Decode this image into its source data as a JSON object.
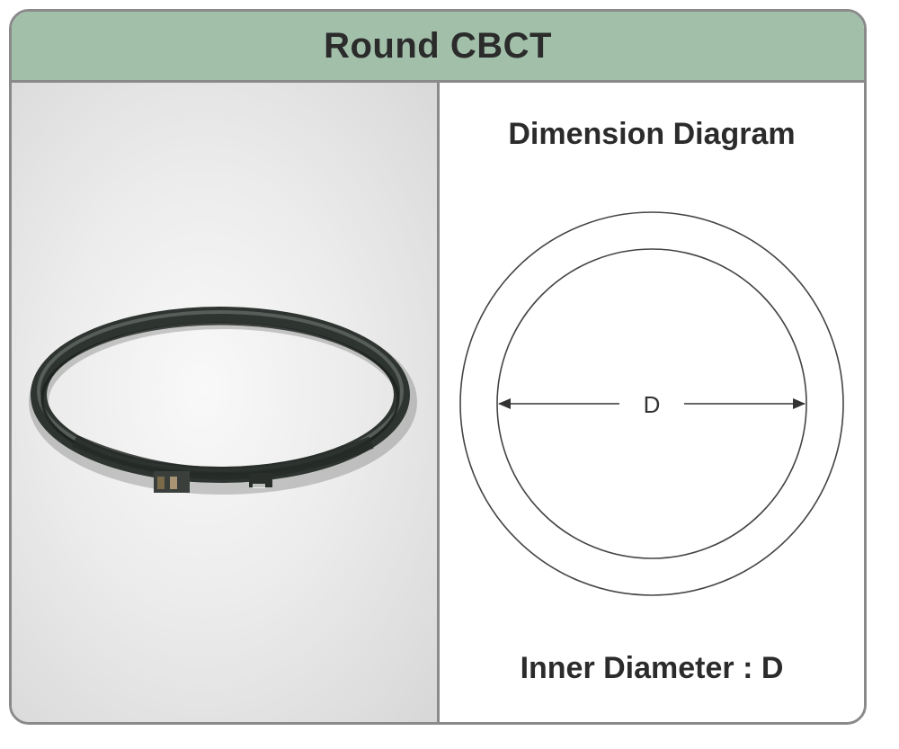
{
  "header": {
    "title": "Round CBCT"
  },
  "photo": {
    "icon": "ring-cbct-photo",
    "ring_color": "#2e3430"
  },
  "diagram": {
    "title": "Dimension Diagram",
    "dimension_label": "D",
    "caption": "Inner Diameter : D"
  },
  "colors": {
    "header_bg": "#a2bfaa",
    "border": "#8a8a8a",
    "text": "#2b2b2b"
  }
}
